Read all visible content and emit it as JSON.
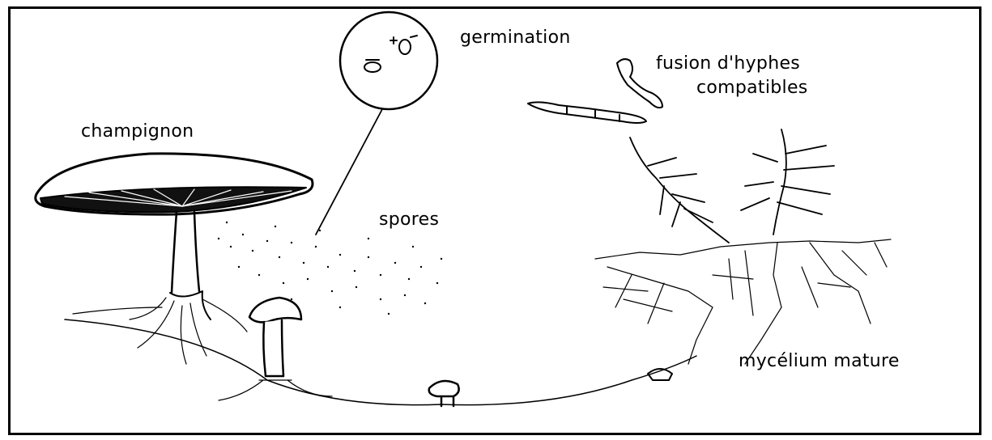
{
  "labels": {
    "champignon": "champignon",
    "germination": "germination",
    "fusion_line1": "fusion d'hyphes",
    "fusion_line2": "compatibles",
    "spores": "spores",
    "mycelium": "mycélium mature"
  },
  "colors": {
    "ink": "#000000",
    "background": "#ffffff"
  },
  "icons": [
    "mushroom-cap",
    "spore-germination-circle",
    "hyphae",
    "mycelium-network"
  ]
}
